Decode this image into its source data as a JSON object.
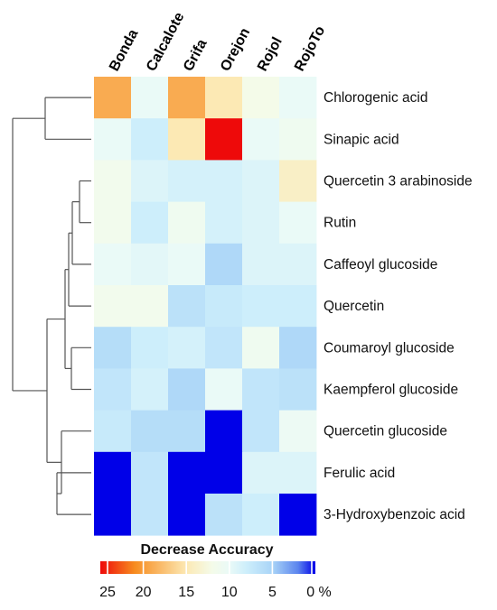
{
  "chart_data": {
    "type": "heatmap",
    "columns": [
      "Bonda",
      "Calcalote",
      "Grifa",
      "Orejon",
      "Rojol",
      "RojoTo"
    ],
    "rows": [
      "Chlorogenic acid",
      "Sinapic acid",
      "Quercetin 3 arabinoside",
      "Rutin",
      "Caffeoyl glucoside",
      "Quercetin",
      "Coumaroyl glucoside",
      "Kaempferol glucoside",
      "Quercetin glucoside",
      "Ferulic acid",
      "3-Hydroxybenzoic acid"
    ],
    "values": [
      [
        19,
        10,
        19,
        15,
        12,
        10
      ],
      [
        10,
        8,
        15,
        25,
        10,
        11
      ],
      [
        11.5,
        9,
        8.5,
        8.5,
        9,
        14
      ],
      [
        11.5,
        8,
        11,
        8.5,
        9,
        10
      ],
      [
        10,
        9.5,
        10,
        5.5,
        9,
        9
      ],
      [
        11.5,
        11.5,
        6.5,
        7.5,
        8,
        8
      ],
      [
        6,
        8,
        8.5,
        7,
        11,
        5.5
      ],
      [
        7,
        8.5,
        5.5,
        10,
        7,
        6.5
      ],
      [
        7.5,
        6,
        6,
        0,
        7,
        10.5
      ],
      [
        0,
        7,
        0,
        0,
        9,
        9
      ],
      [
        0,
        7,
        0,
        6.5,
        8,
        0
      ]
    ],
    "colorbar": {
      "title": "Decrease Accuracy",
      "ticks": [
        "25",
        "20",
        "15",
        "10",
        "5",
        "0 %"
      ],
      "range": [
        0,
        25
      ],
      "stops": [
        {
          "value": 25,
          "color": "#ee0a0a"
        },
        {
          "value": 21,
          "color": "#f78c1f"
        },
        {
          "value": 15,
          "color": "#fce9b4"
        },
        {
          "value": 12,
          "color": "#f4fbe9"
        },
        {
          "value": 10,
          "color": "#eafaf7"
        },
        {
          "value": 8,
          "color": "#cdeefb"
        },
        {
          "value": 5,
          "color": "#a9d4f7"
        },
        {
          "value": 2,
          "color": "#5b84ee"
        },
        {
          "value": 0,
          "color": "#0000e8"
        }
      ]
    },
    "dendrogram": "left",
    "legend_placement": "bottom"
  }
}
